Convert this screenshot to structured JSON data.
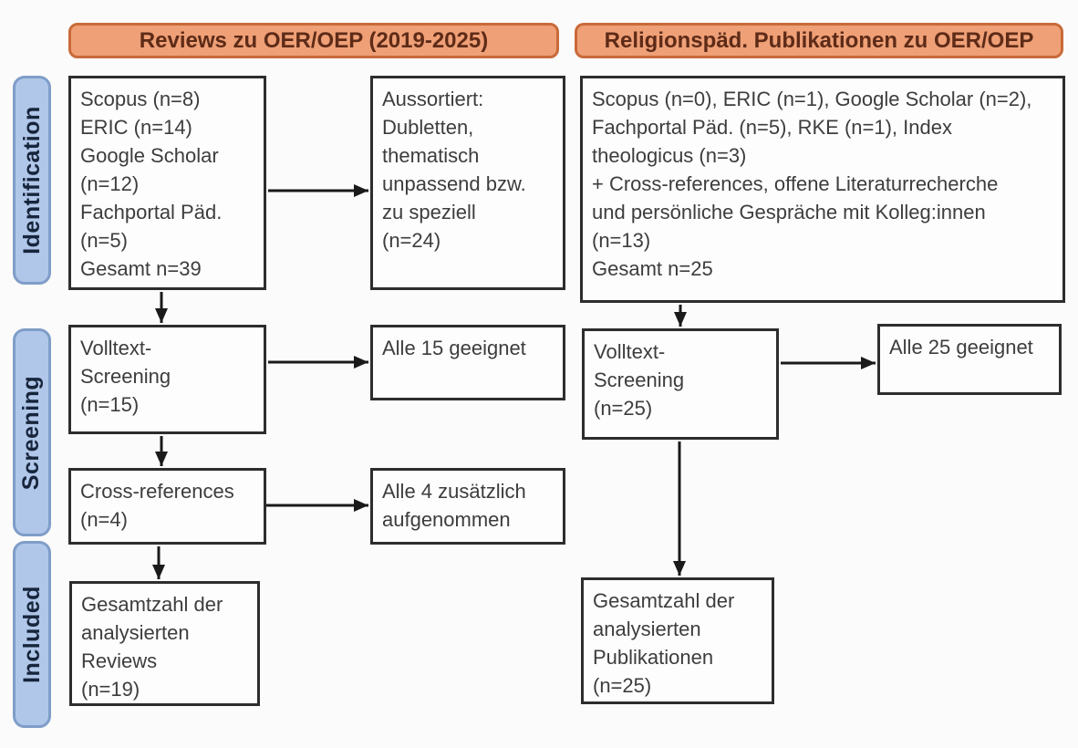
{
  "colors": {
    "header_fill": "#efa077",
    "header_border": "#c96a39",
    "header_text": "#5e2b17",
    "stage_fill": "#b0c7e9",
    "stage_border": "#7f9dc7",
    "stage_text": "#17253c",
    "box_bg": "#fdfdfd",
    "box_border": "#2d2d2d",
    "box_text": "#3d3d3d",
    "arrow": "#1a1a1a",
    "background": "#fbfbfb"
  },
  "headers": {
    "reviews": "Reviews zu OER/OEP (2019-2025)",
    "publications": "Religionspäd. Publikationen zu OER/OEP"
  },
  "stages": {
    "identification": "Identification",
    "screening": "Screening",
    "included": "Included"
  },
  "reviews": {
    "sources": "Scopus (n=8)\nERIC (n=14)\nGoogle Scholar\n(n=12)\nFachportal Päd.\n(n=5)\nGesamt n=39",
    "excluded": "Aussortiert:\nDubletten,\nthematisch\nunpassend bzw.\nzu speziell\n(n=24)",
    "fulltext_screening": "Volltext-\nScreening\n(n=15)",
    "eligible": "Alle 15 geeignet",
    "cross_references": "Cross-references\n(n=4)",
    "added": "Alle 4 zusätzlich\naufgenommen",
    "included_total": "Gesamtzahl der\nanalysierten\nReviews\n(n=19)"
  },
  "publications": {
    "sources": "Scopus (n=0), ERIC (n=1), Google Scholar (n=2),\nFachportal Päd. (n=5), RKE (n=1), Index\ntheologicus (n=3)\n+ Cross-references, offene Literaturrecherche\nund persönliche Gespräche mit Kolleg:innen\n(n=13)\nGesamt n=25",
    "fulltext_screening": "Volltext-\nScreening\n(n=25)",
    "eligible": "Alle 25 geeignet",
    "included_total": "Gesamtzahl der\nanalysierten\nPublikationen\n(n=25)"
  }
}
